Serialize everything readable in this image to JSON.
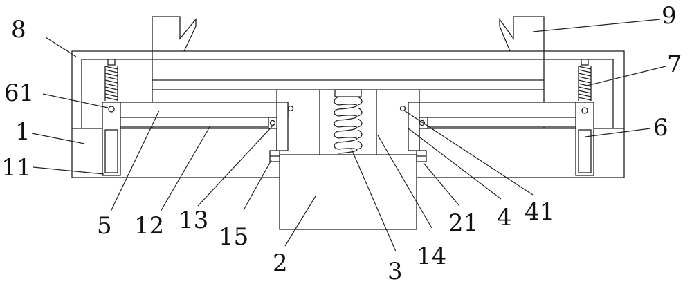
{
  "labels": {
    "l8": "8",
    "l9": "9",
    "l7": "7",
    "l61": "61",
    "l1": "1",
    "l6": "6",
    "l11": "11",
    "l5": "5",
    "l12": "12",
    "l13": "13",
    "l15": "15",
    "l2": "2",
    "l3": "3",
    "l14": "14",
    "l21": "21",
    "l4": "4",
    "l41": "41"
  }
}
